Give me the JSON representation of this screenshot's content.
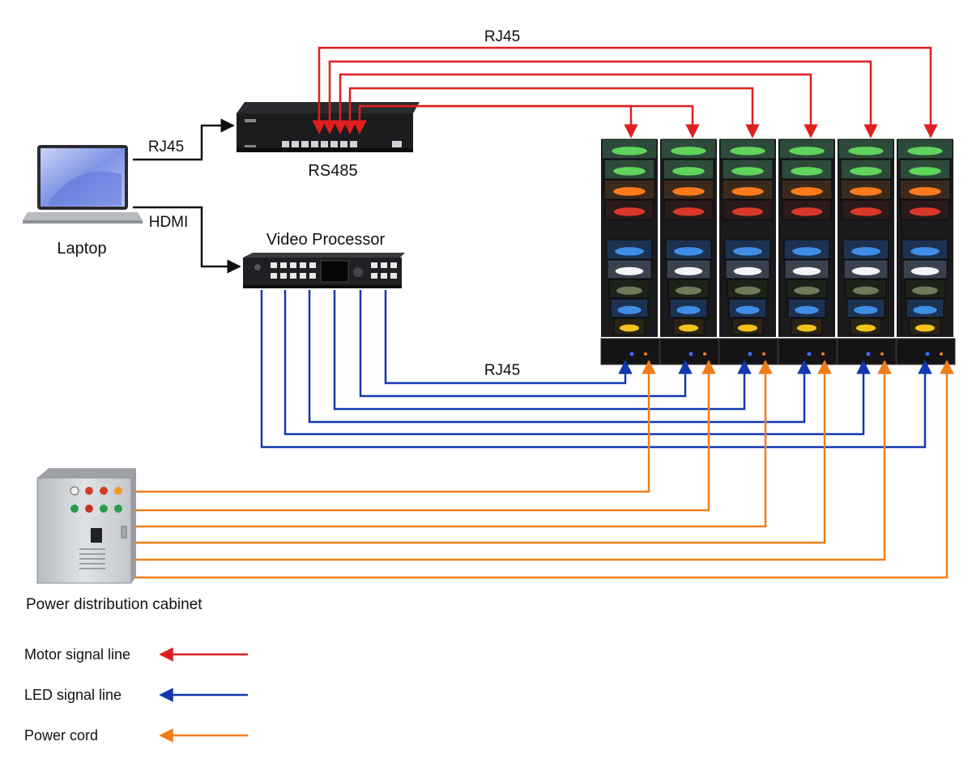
{
  "devices": {
    "laptop": {
      "label": "Laptop"
    },
    "rs485": {
      "label": "RS485"
    },
    "video_processor": {
      "label": "Video Processor"
    },
    "cabinet": {
      "label": "Power distribution cabinet"
    }
  },
  "connections": {
    "laptop_to_rs485": "RJ45",
    "laptop_to_processor": "HDMI",
    "rs485_to_screens": "RJ45",
    "processor_to_screens": "RJ45"
  },
  "legend": [
    {
      "label": "Motor signal line",
      "color": "#e01e1e"
    },
    {
      "label": "LED signal line",
      "color": "#1238b0"
    },
    {
      "label": "Power cord",
      "color": "#f07d1a"
    }
  ],
  "colors": {
    "motor": "#e01e1e",
    "led": "#1238b0",
    "power": "#f07d1a",
    "black": "#111111"
  },
  "screen_panels": [
    {
      "image": "green-car"
    },
    {
      "image": "green-car"
    },
    {
      "image": "orange-car"
    },
    {
      "image": "red-car"
    },
    {
      "image": "blue-car"
    },
    {
      "image": "white-car"
    },
    {
      "image": "dark-car"
    },
    {
      "image": "blue-car"
    },
    {
      "image": "yellow-car"
    }
  ],
  "screen_count": 6
}
